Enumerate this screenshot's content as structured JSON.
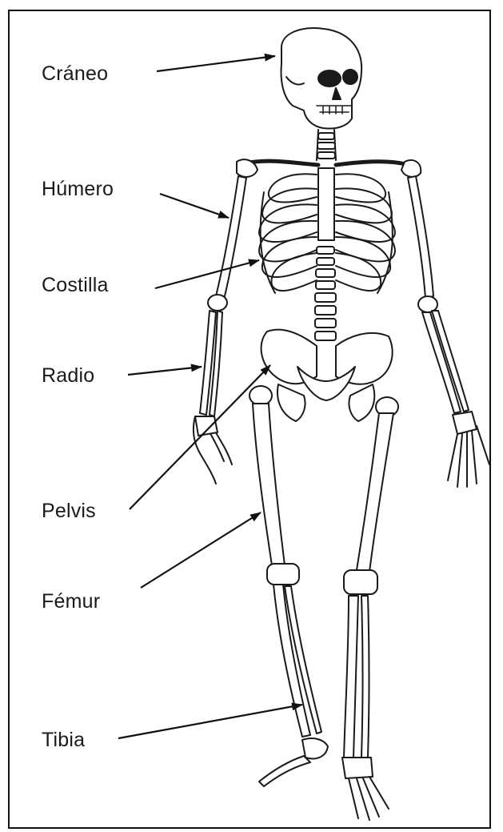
{
  "labels": {
    "craneo": "Cráneo",
    "humero": "Húmero",
    "costilla": "Costilla",
    "radio": "Radio",
    "pelvis": "Pelvis",
    "femur": "Fémur",
    "tibia": "Tibia"
  },
  "colors": {
    "ink": "#1a1a1a",
    "bone": "#ffffff",
    "border": "#111111"
  }
}
